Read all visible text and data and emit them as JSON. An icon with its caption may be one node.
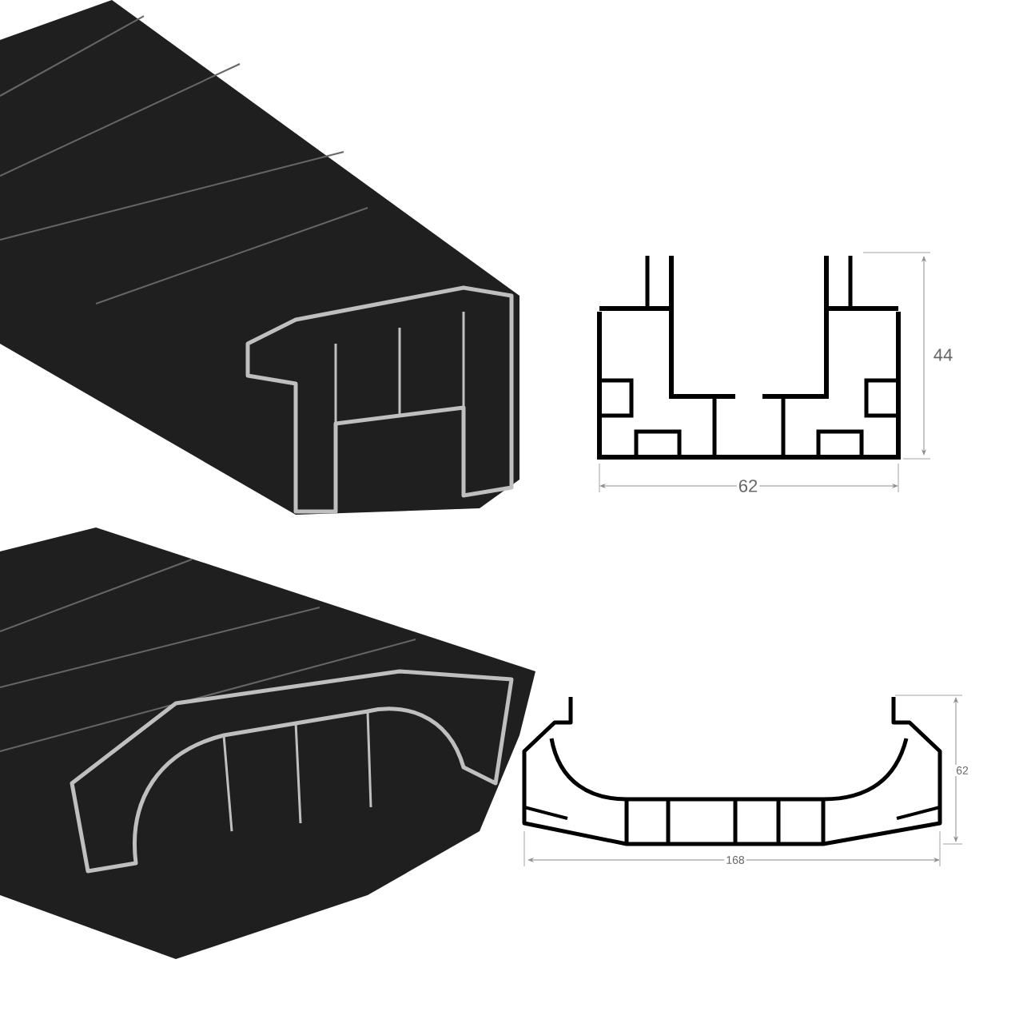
{
  "diagram": {
    "labels": [
      "44",
      "62",
      "62",
      "168"
    ]
  }
}
